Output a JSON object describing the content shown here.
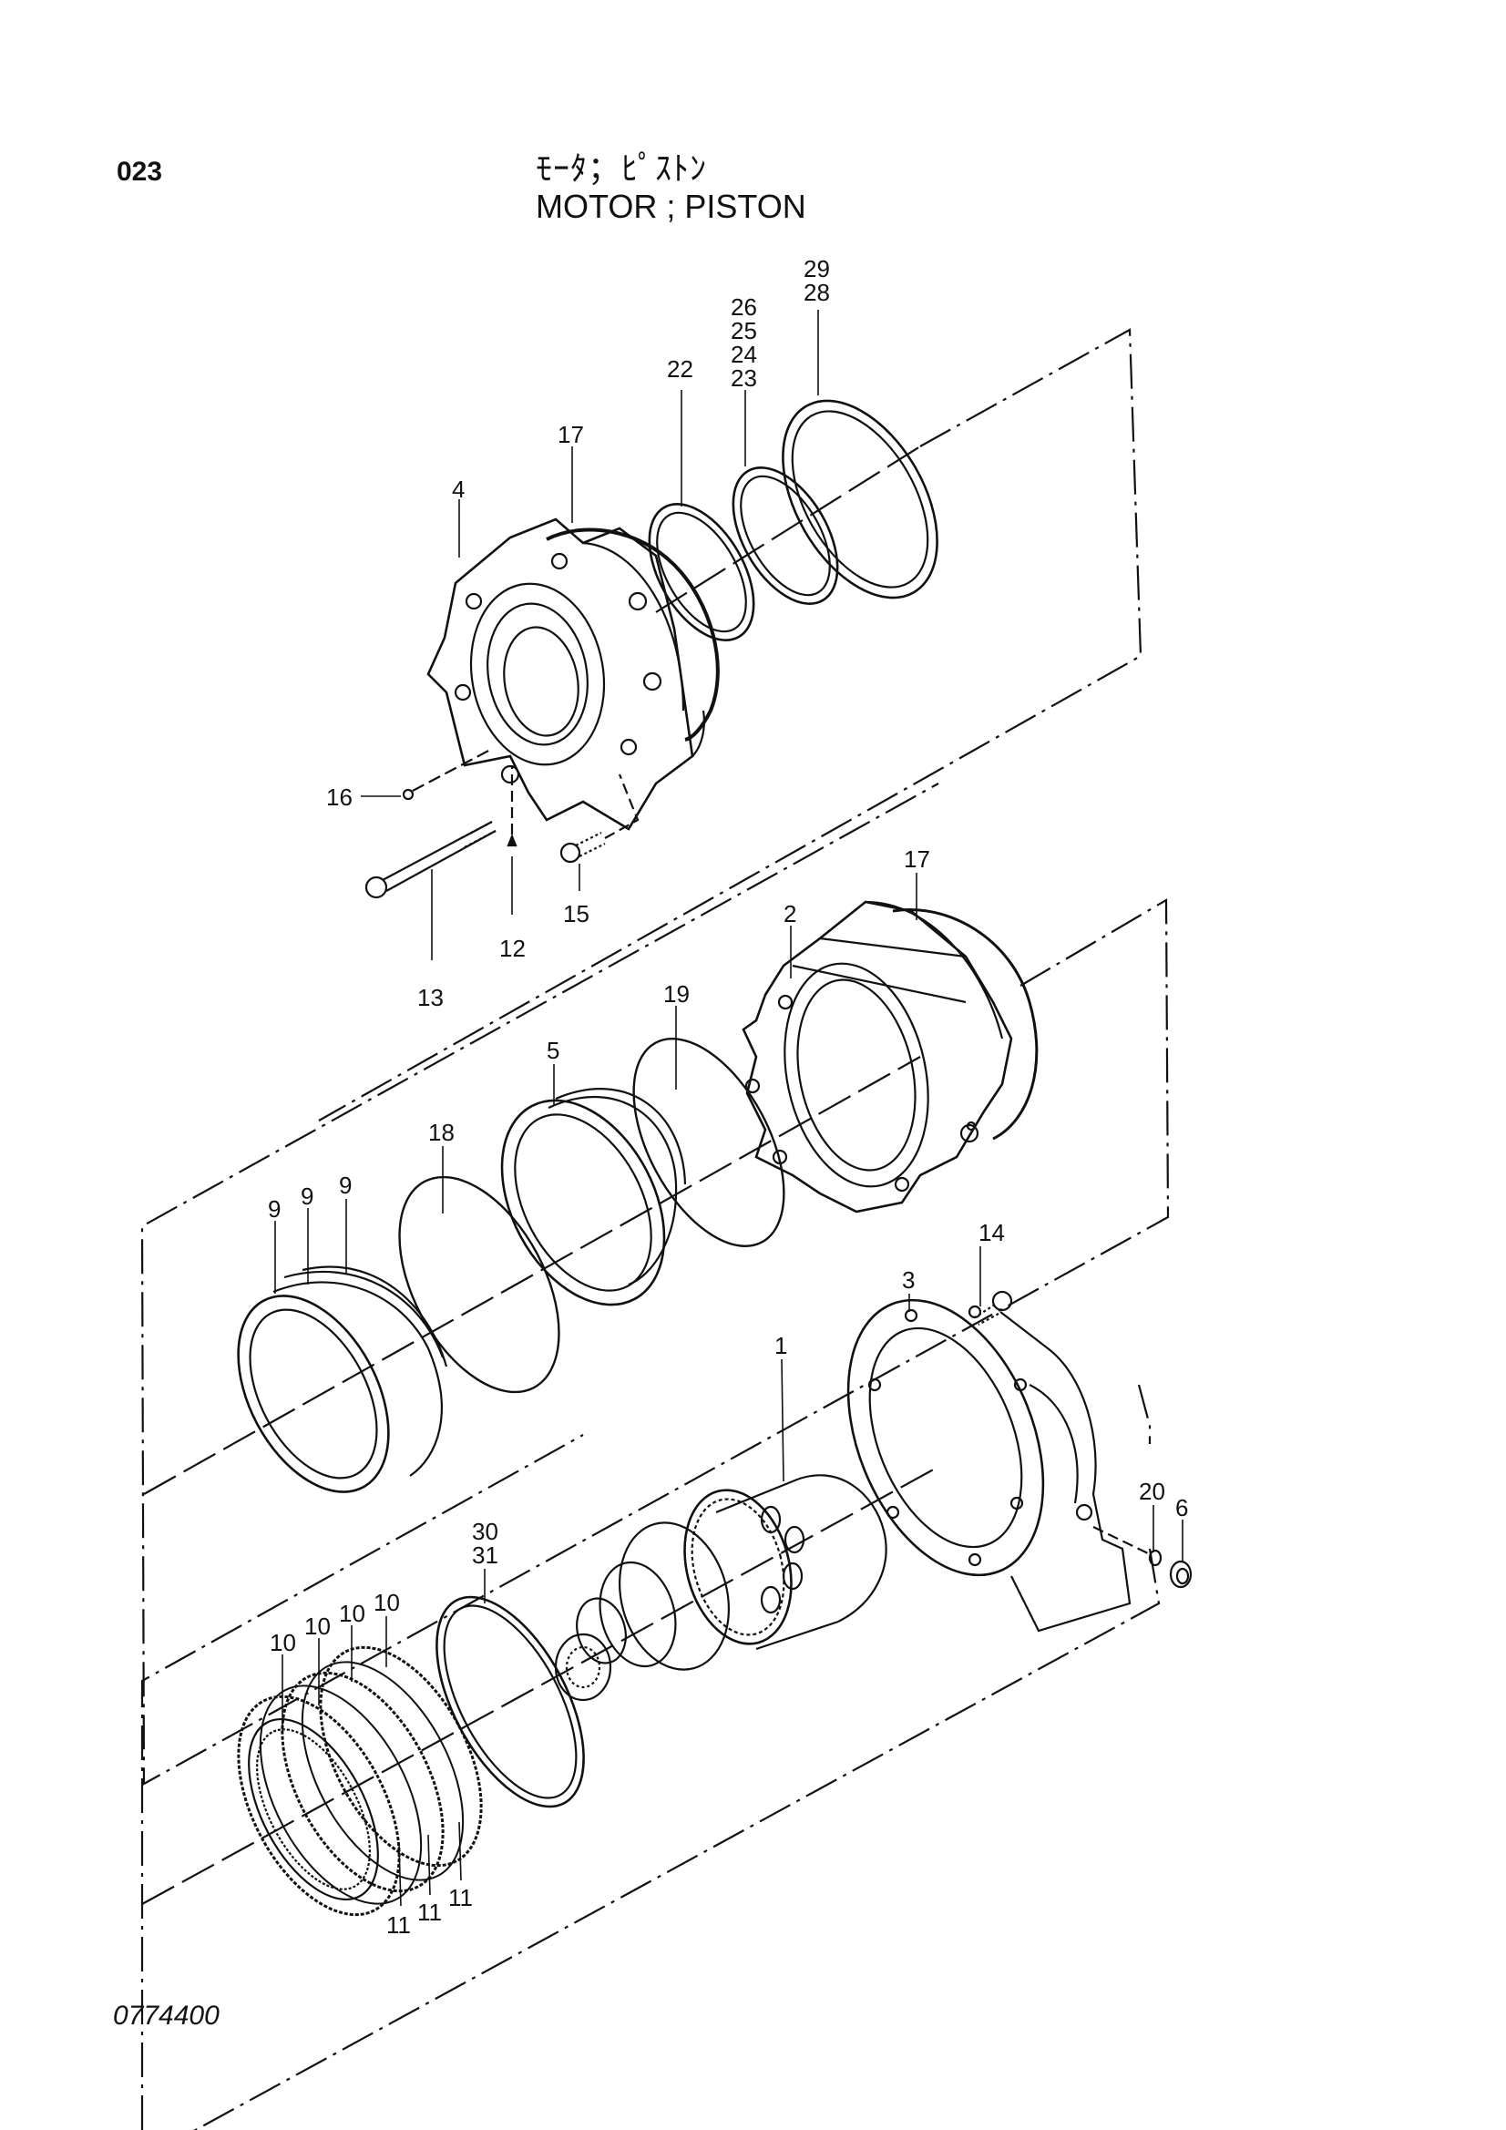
{
  "header": {
    "page_number": "023",
    "title_jp": "ﾓｰﾀ；ﾋﾟｽﾄﾝ",
    "title_en": "MOTOR ; PISTON"
  },
  "footer": {
    "drawing_number": "0774400"
  },
  "callouts": {
    "c1": "1",
    "c2": "2",
    "c3": "3",
    "c4": "4",
    "c5": "5",
    "c6": "6",
    "c9a": "9",
    "c9b": "9",
    "c9c": "9",
    "c10a": "10",
    "c10b": "10",
    "c10c": "10",
    "c10d": "10",
    "c11a": "11",
    "c11b": "11",
    "c11c": "11",
    "c12": "12",
    "c13": "13",
    "c14": "14",
    "c15": "15",
    "c16": "16",
    "c17a": "17",
    "c17b": "17",
    "c18": "18",
    "c19": "19",
    "c20": "20",
    "c22": "22",
    "c23": "23",
    "c24": "24",
    "c25": "25",
    "c26": "26",
    "c28": "28",
    "c29": "29",
    "c30": "30",
    "c31": "31"
  }
}
